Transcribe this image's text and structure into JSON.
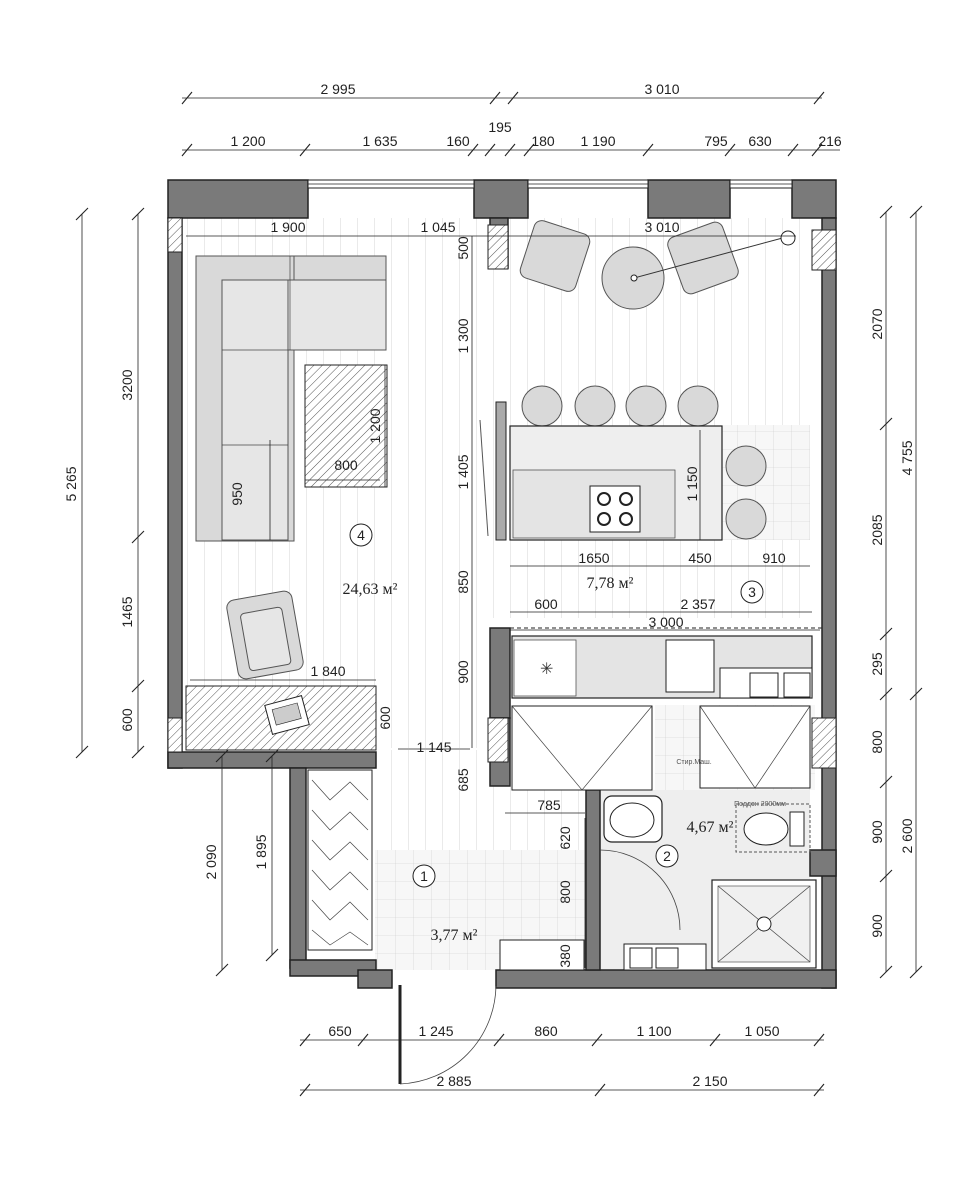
{
  "dims_top_outer": [
    "2 995",
    "3 010"
  ],
  "dims_top_inner": [
    "1 200",
    "1 635",
    "160",
    "195",
    "180",
    "1 190",
    "795",
    "630",
    "216"
  ],
  "dims_left": [
    "5 265",
    "3200",
    "1465",
    "600",
    "2 090",
    "1 895"
  ],
  "dims_right": [
    "2070",
    "2085",
    "295",
    "800",
    "900",
    "900",
    "4 755",
    "2 600"
  ],
  "dims_bottom_inner": [
    "650",
    "1 245",
    "860",
    "1 100",
    "1 050"
  ],
  "dims_bottom_outer": [
    "2 885",
    "2 150"
  ],
  "dims_interior": [
    "1 900",
    "1 045",
    "3 010",
    "500",
    "1 300",
    "1 405",
    "850",
    "900",
    "685",
    "1 200",
    "800",
    "950",
    "1 840",
    "600",
    "1 145",
    "1 150",
    "1650",
    "450",
    "910",
    "600",
    "2 357",
    "3 000",
    "785",
    "620",
    "800",
    "380"
  ],
  "rooms": [
    {
      "number": "4",
      "area": "24,63 м²"
    },
    {
      "number": "3",
      "area": "7,78 м²"
    },
    {
      "number": "2",
      "area": "4,67 м²"
    },
    {
      "number": "1",
      "area": "3,77 м²"
    }
  ],
  "labels": {
    "washer": "Стир.Маш.",
    "shower_tray": "Поддон 2000мм"
  },
  "colors": {
    "wall": "#7a7a7a",
    "furniture": "#d9d9d9",
    "line": "#222222"
  }
}
